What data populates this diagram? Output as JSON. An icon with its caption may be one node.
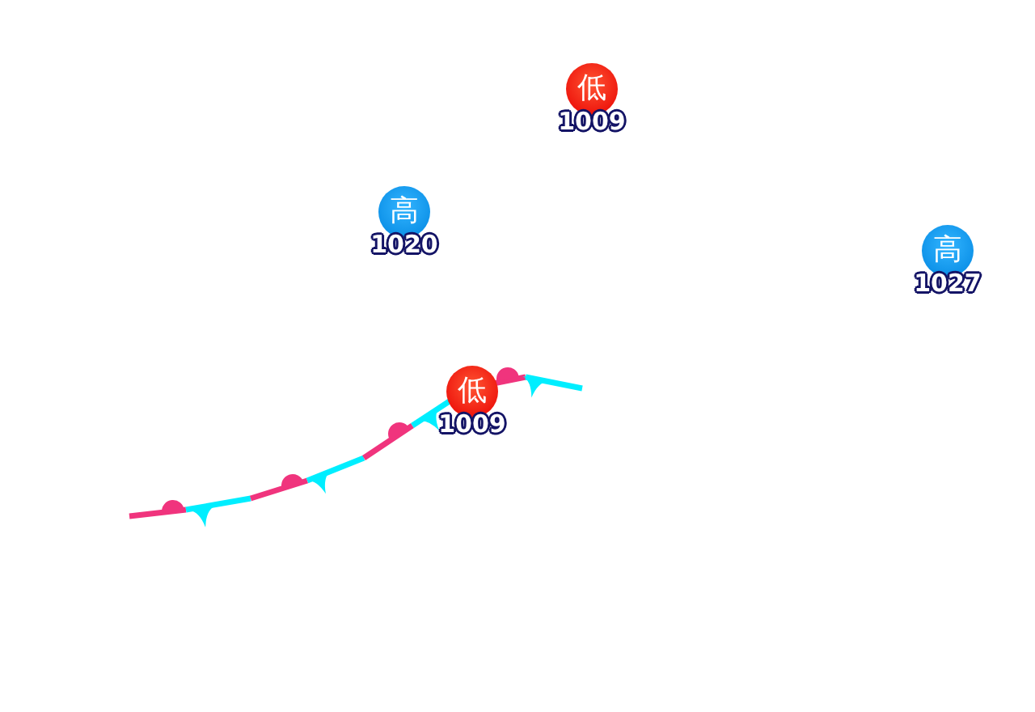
{
  "diagram": {
    "nodes": [
      {
        "text": [
          "低"
        ],
        "beside": [
          "1009"
        ]
      },
      {
        "text": [
          "高"
        ],
        "beside": [
          "1020"
        ]
      },
      {
        "text": [
          "高"
        ],
        "beside": [
          "1027"
        ]
      },
      {
        "text": [
          "低"
        ],
        "beside": [
          "1009"
        ]
      }
    ]
  }
}
